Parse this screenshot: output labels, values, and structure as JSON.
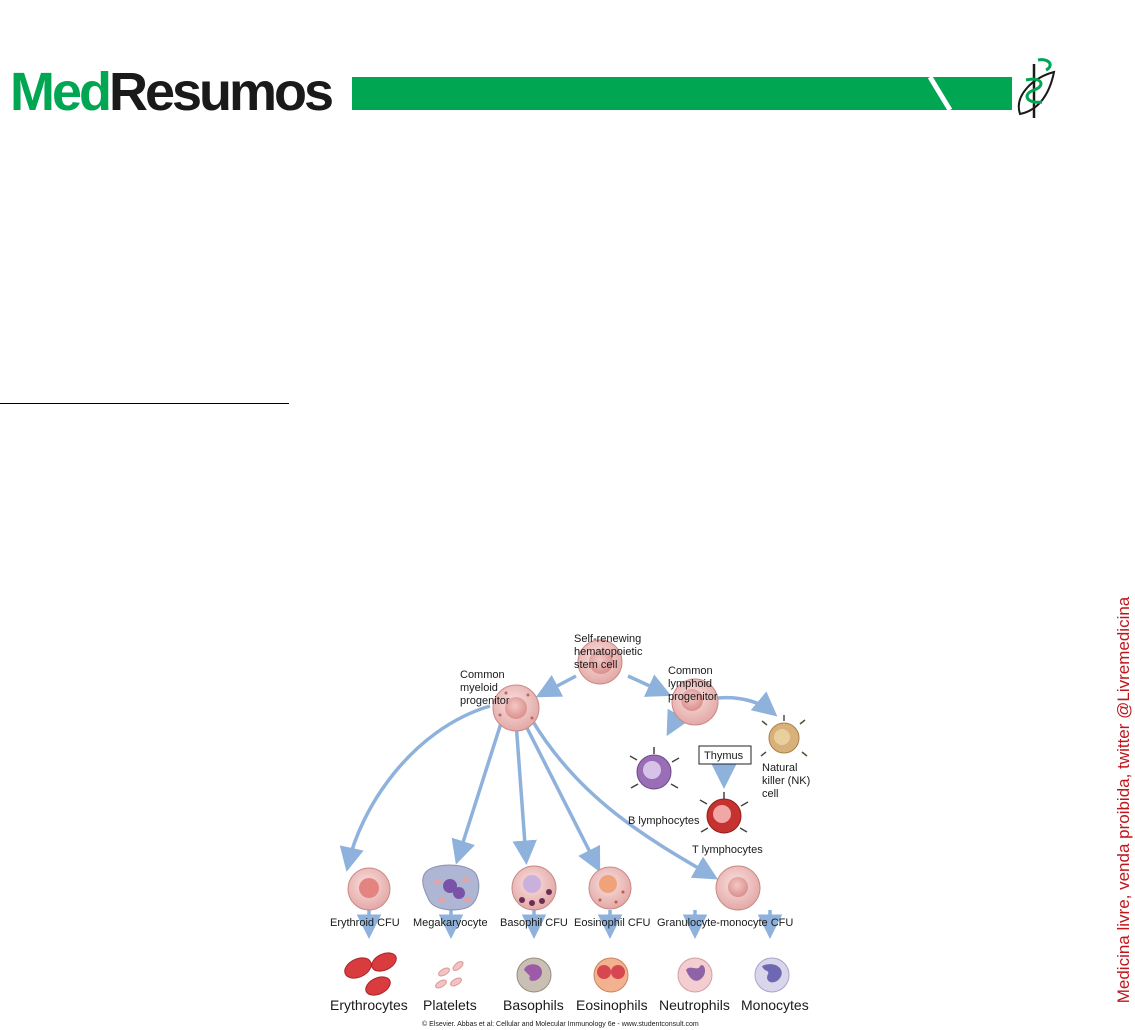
{
  "header": {
    "logo_part1": "Med",
    "logo_part2": "Resumos",
    "brand_green": "#00a651",
    "brand_dark": "#1a1a1a",
    "emblem": "caduceus-leaf-icon"
  },
  "side_watermark": "Medicina livre, venda proibida, twitter @Livremedicina",
  "figure": {
    "title": "Self-renewing hematopoietic stem cell",
    "stem_lines": [
      "Self-renewing",
      "hematopoietic",
      "stem cell"
    ],
    "myeloid_lines": [
      "Common",
      "myeloid",
      "progenitor"
    ],
    "lymphoid_lines": [
      "Common",
      "lymphoid",
      "progenitor"
    ],
    "thymus": "Thymus",
    "nk_lines": [
      "Natural",
      "killer (NK)",
      "cell"
    ],
    "b_lymph": "B lymphocytes",
    "t_lymph": "T lymphocytes",
    "cfu_labels": [
      "Erythroid CFU",
      "Megakaryocyte",
      "Basophil CFU",
      "Eosinophil CFU",
      "Granulocyte-monocyte CFU"
    ],
    "mature_labels": [
      "Erythrocytes",
      "Platelets",
      "Basophils",
      "Eosinophils",
      "Neutrophils",
      "Monocytes"
    ],
    "copyright": "© Elsevier. Abbas et al: Cellular and Molecular Immunology 6e - www.studentconsult.com",
    "arrow_color": "#8fb2dc"
  }
}
